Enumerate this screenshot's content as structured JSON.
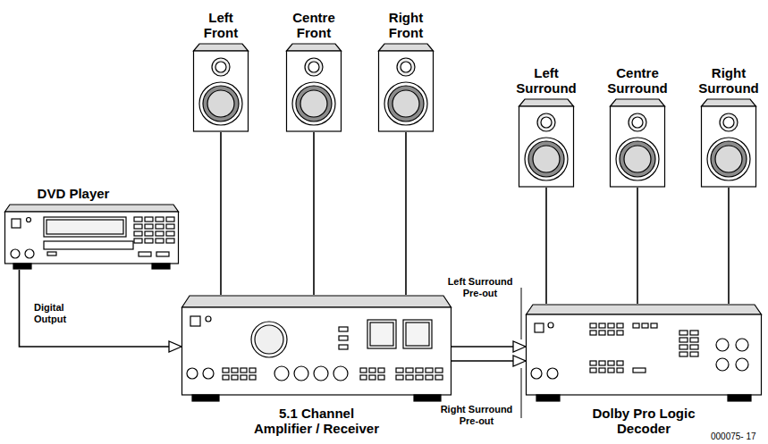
{
  "diagram": {
    "nodes": [
      {
        "text": [
          "Left Front"
        ]
      },
      {
        "text": [
          "Centre Front"
        ]
      },
      {
        "text": [
          "Right Front"
        ]
      },
      {
        "text": [
          "Left Surround"
        ]
      },
      {
        "text": [
          "Centre Surround"
        ]
      },
      {
        "text": [
          "Right Surround"
        ]
      },
      {
        "text": [
          "DVD Player"
        ]
      },
      {
        "text": [
          "5.1 Channel Amplifier / Receiver"
        ]
      },
      {
        "text": [
          "Dolby Pro Logic Decoder"
        ]
      }
    ],
    "edges": [
      {
        "from": 6,
        "to": 7,
        "label": "Digital Output",
        "arrow": "to"
      },
      {
        "from": 7,
        "to": 0,
        "arrow": "none"
      },
      {
        "from": 7,
        "to": 1,
        "arrow": "none"
      },
      {
        "from": 7,
        "to": 2,
        "arrow": "none"
      },
      {
        "from": 7,
        "to": 8,
        "label": "Left Surround Pre-out",
        "arrow": "to"
      },
      {
        "from": 7,
        "to": 8,
        "label": "Right Surround Pre-out",
        "arrow": "to"
      },
      {
        "from": 8,
        "to": 3,
        "arrow": "none"
      },
      {
        "from": 8,
        "to": 4,
        "arrow": "none"
      },
      {
        "from": 8,
        "to": 5,
        "arrow": "none"
      }
    ],
    "labels": [
      "000075- 17"
    ]
  }
}
